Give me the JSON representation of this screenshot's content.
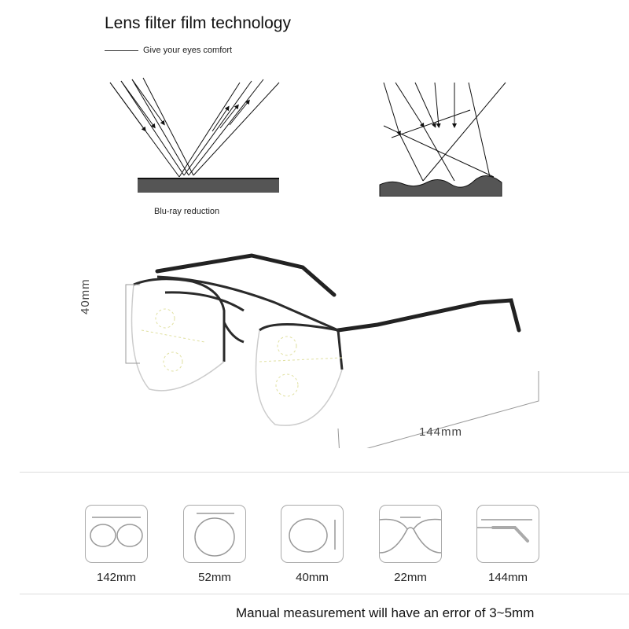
{
  "header": {
    "title": "Lens filter film technology",
    "subtitle": "Give your eyes comfort"
  },
  "diagram": {
    "left_caption": "Blu-ray reduction"
  },
  "product": {
    "height_label": "40mm",
    "width_label": "144mm"
  },
  "specs": [
    {
      "icon": "frame-width-icon",
      "label": "142mm"
    },
    {
      "icon": "lens-width-icon",
      "label": "52mm"
    },
    {
      "icon": "lens-height-icon",
      "label": "40mm"
    },
    {
      "icon": "bridge-width-icon",
      "label": "22mm"
    },
    {
      "icon": "temple-length-icon",
      "label": "144mm"
    }
  ],
  "footer": {
    "note": "Manual measurement will have an error of 3~5mm"
  }
}
